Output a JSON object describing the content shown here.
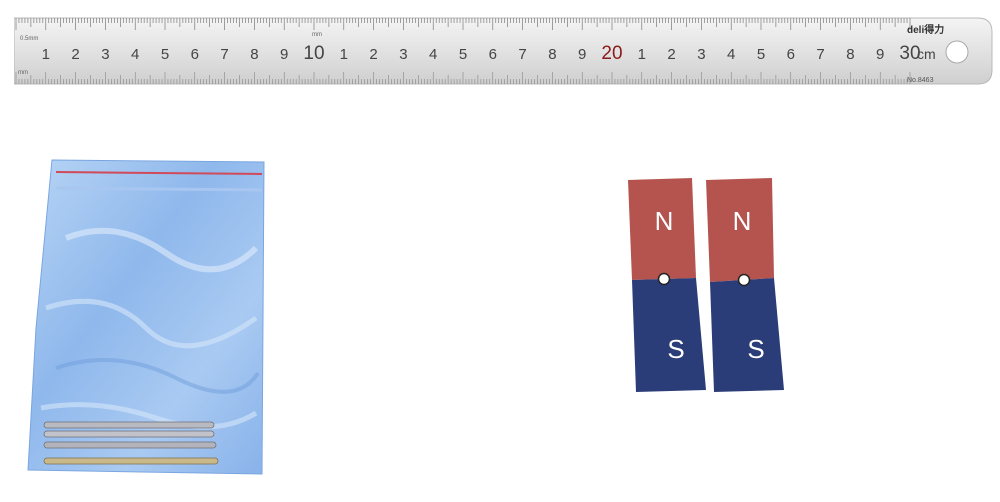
{
  "ruler": {
    "brand": "deli得力",
    "model": "No.8463",
    "unit": "cm",
    "small_unit_top": "0.5mm",
    "small_unit_mid": "mm",
    "small_unit_bottom": "mm",
    "numbers": [
      "1",
      "2",
      "3",
      "4",
      "5",
      "6",
      "7",
      "8",
      "9",
      "10",
      "1",
      "2",
      "3",
      "4",
      "5",
      "6",
      "7",
      "8",
      "9",
      "20",
      "1",
      "2",
      "3",
      "4",
      "5",
      "6",
      "7",
      "8",
      "9",
      "30"
    ],
    "highlight_color": "#8b1a1a",
    "label_color": "#444444"
  },
  "bag": {
    "tint": "#9ec4f0",
    "zip_color": "#d04a5a",
    "rod_count": 4
  },
  "magnets": [
    {
      "north_label": "N",
      "south_label": "S",
      "north_color": "#b5544f",
      "south_color": "#2b3d78"
    },
    {
      "north_label": "N",
      "south_label": "S",
      "north_color": "#b5544f",
      "south_color": "#2b3d78"
    }
  ]
}
